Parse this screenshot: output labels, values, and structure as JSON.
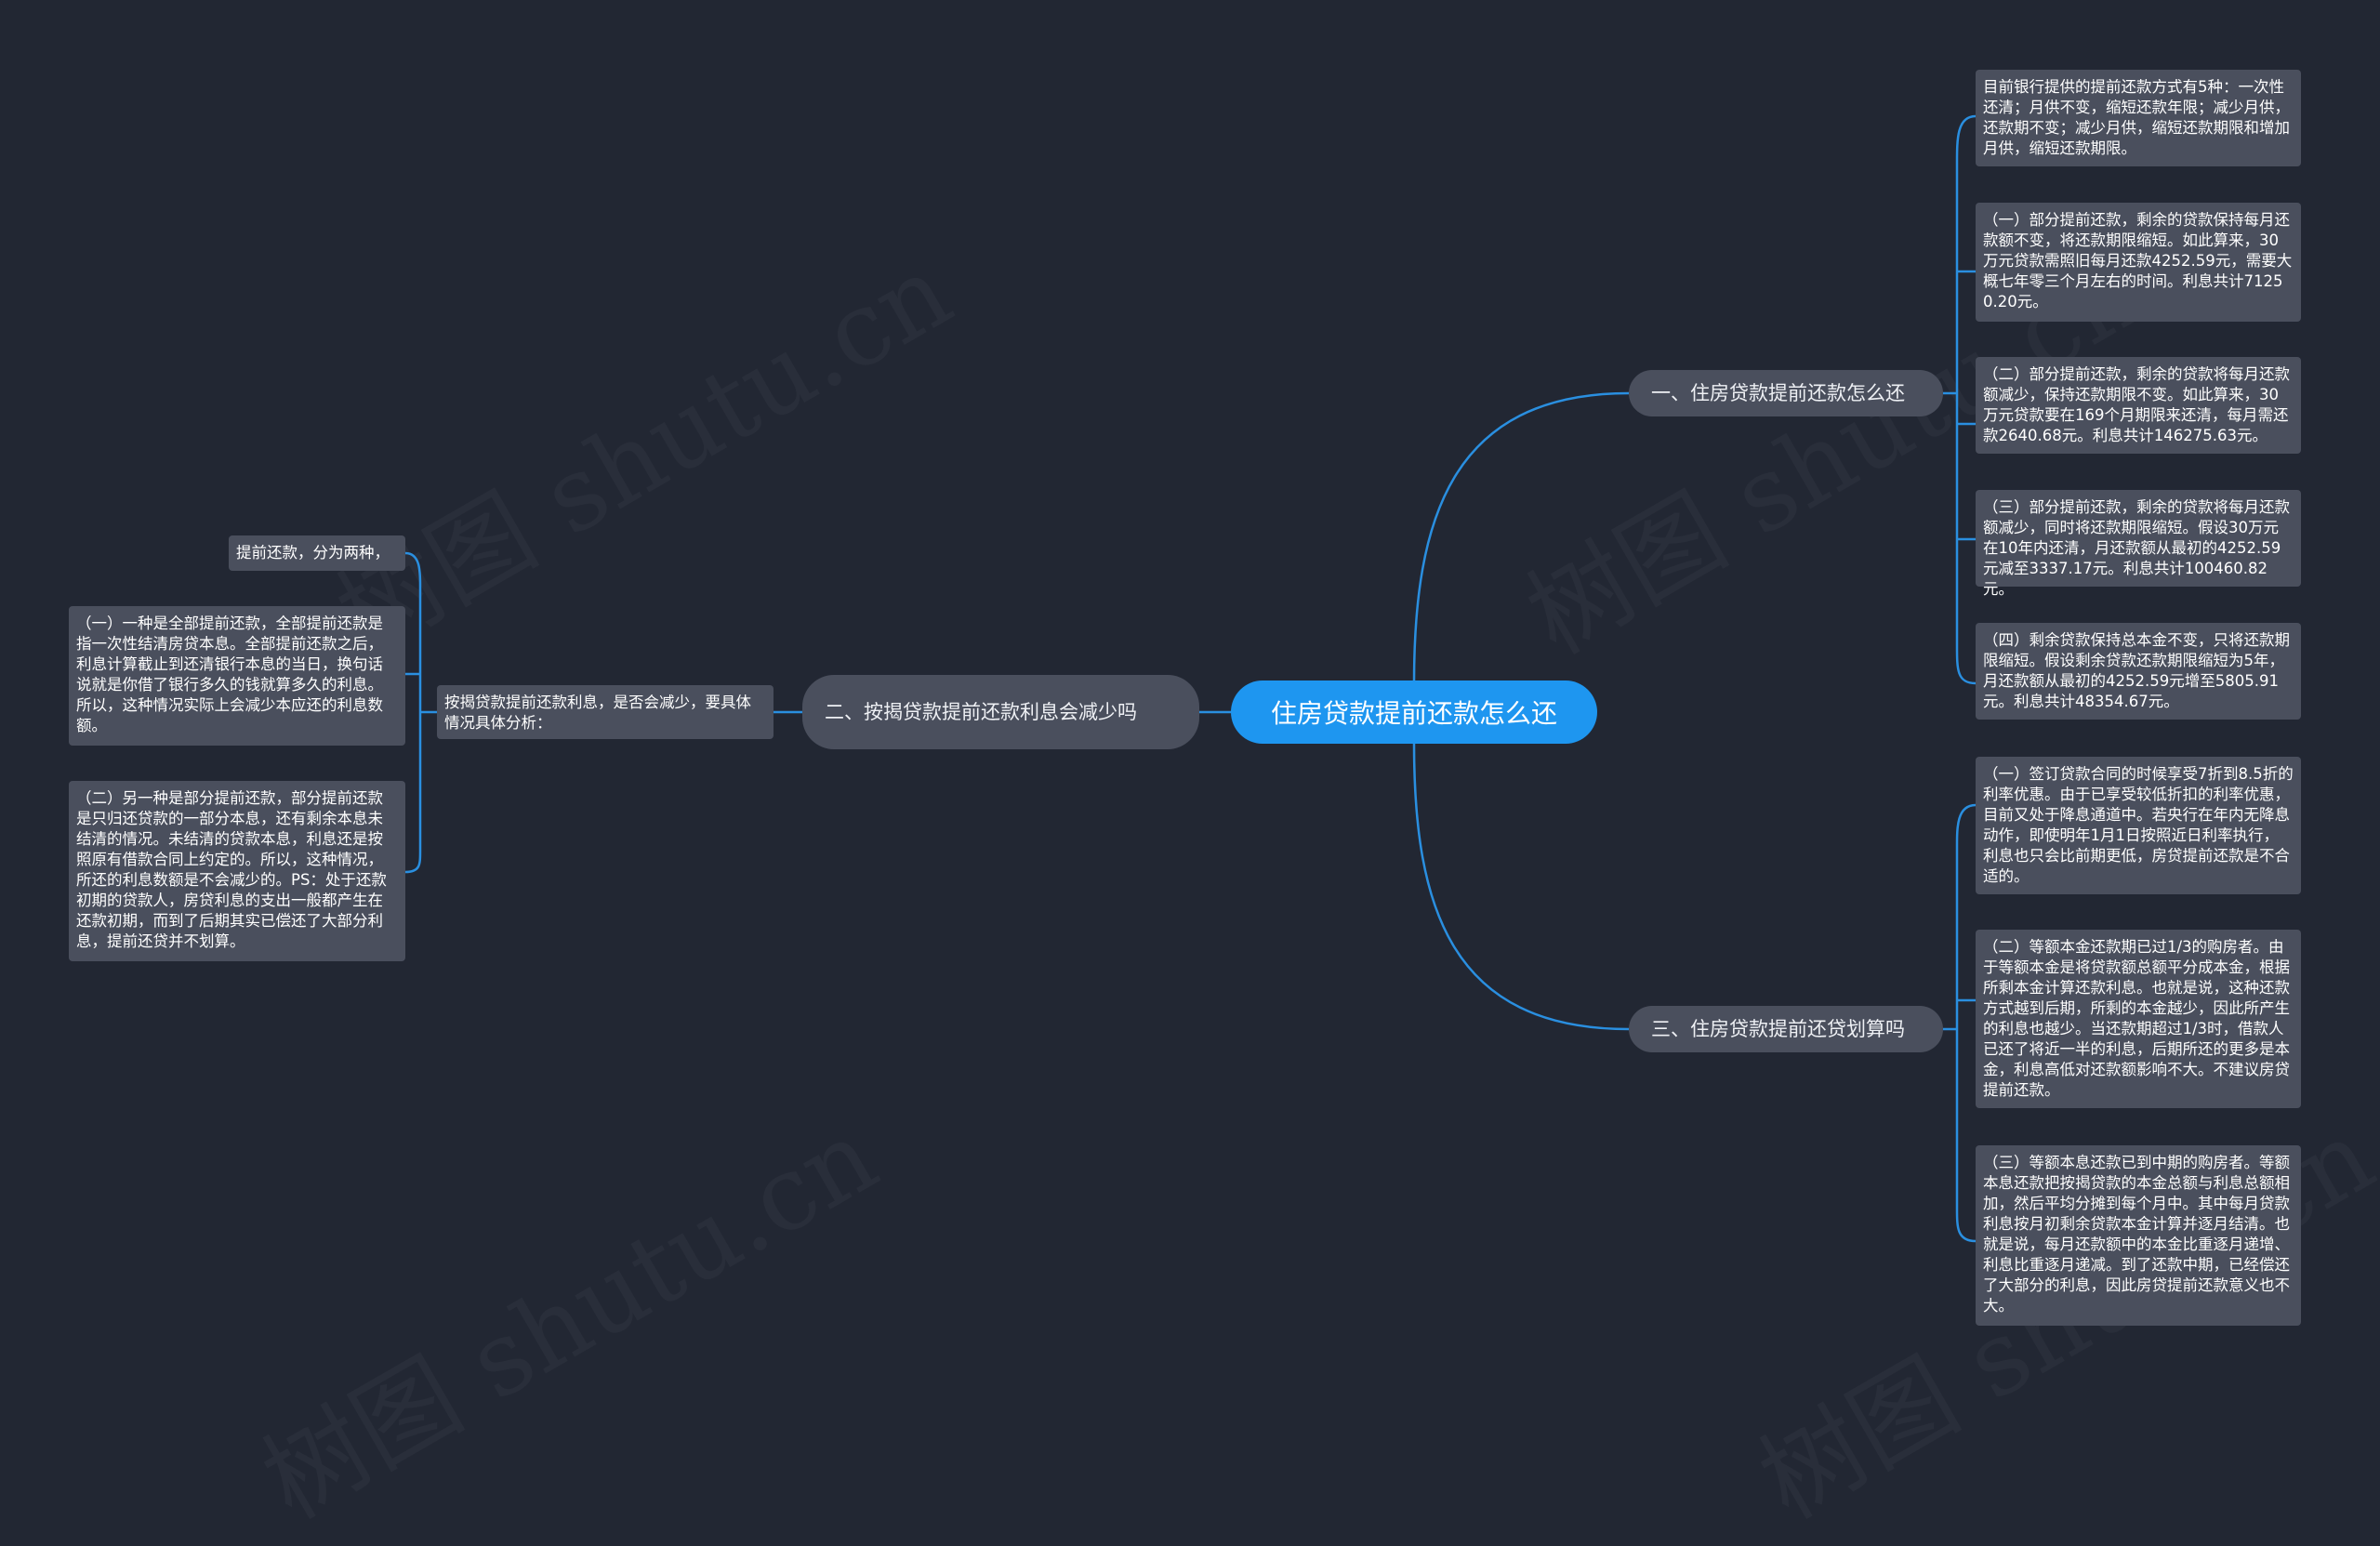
{
  "root": {
    "title": "住房贷款提前还款怎么还"
  },
  "branches": {
    "b1": {
      "title": "一、住房贷款提前还款怎么还"
    },
    "b2": {
      "title": "二、按揭贷款提前还款利息会减少吗"
    },
    "b3": {
      "title": "三、住房贷款提前还贷划算吗"
    }
  },
  "leaves": {
    "b1_0": "目前银行提供的提前还款方式有5种：一次性还清；月供不变，缩短还款年限；减少月供，还款期不变；减少月供，缩短还款期限和增加月供，缩短还款期限。",
    "b1_1": "（一）部分提前还款，剩余的贷款保持每月还款额不变，将还款期限缩短。如此算来，30万元贷款需照旧每月还款4252.59元，需要大概七年零三个月左右的时间。利息共计71250.20元。",
    "b1_2": "（二）部分提前还款，剩余的贷款将每月还款额减少，保持还款期限不变。如此算来，30万元贷款要在169个月期限来还清，每月需还款2640.68元。利息共计146275.63元。",
    "b1_3": "（三）部分提前还款，剩余的贷款将每月还款额减少，同时将还款期限缩短。假设30万元在10年内还清，月还款额从最初的4252.59元减至3337.17元。利息共计100460.82元。",
    "b1_4": "（四）剩余贷款保持总本金不变，只将还款期限缩短。假设剩余贷款还款期限缩短为5年，月还款额从最初的4252.59元增至5805.91元。利息共计48354.67元。",
    "b2_mid": "按揭贷款提前还款利息，是否会减少，要具体情况具体分析：",
    "b2_0": "提前还款，分为两种，",
    "b2_1": "（一）一种是全部提前还款，全部提前还款是指一次性结清房贷本息。全部提前还款之后，利息计算截止到还清银行本息的当日，换句话说就是你借了银行多久的钱就算多久的利息。所以，这种情况实际上会减少本应还的利息数额。",
    "b2_2": "（二）另一种是部分提前还款，部分提前还款是只归还贷款的一部分本息，还有剩余本息未结清的情况。未结清的贷款本息，利息还是按照原有借款合同上约定的。所以，这种情况，所还的利息数额是不会减少的。PS：处于还款初期的贷款人，房贷利息的支出一般都产生在还款初期，而到了后期其实已偿还了大部分利息，提前还贷并不划算。",
    "b3_0": "（一）签订贷款合同的时候享受7折到8.5折的利率优惠。由于已享受较低折扣的利率优惠，目前又处于降息通道中。若央行在年内无降息动作，即使明年1月1日按照近日利率执行，利息也只会比前期更低，房贷提前还款是不合适的。",
    "b3_1": "（二）等额本金还款期已过1/3的购房者。由于等额本金是将贷款额总额平分成本金，根据所剩本金计算还款利息。也就是说，这种还款方式越到后期，所剩的本金越少，因此所产生的利息也越少。当还款期超过1/3时，借款人已还了将近一半的利息，后期所还的更多是本金，利息高低对还款额影响不大。不建议房贷提前还款。",
    "b3_2": "（三）等额本息还款已到中期的购房者。等额本息还款把按揭贷款的本金总额与利息总额相加，然后平均分摊到每个月中。其中每月贷款利息按月初剩余贷款本金计算并逐月结清。也就是说，每月还款额中的本金比重逐月递增、利息比重逐月递减。到了还款中期，已经偿还了大部分的利息，因此房贷提前还款意义也不大。"
  },
  "watermark": [
    "树图 shutu.cn",
    "树图 shutu.cn",
    "树图 shutu.cn",
    "树图 shutu.cn"
  ],
  "colors": {
    "background": "#222733",
    "root": "#1e96f0",
    "node": "#4a4f5d",
    "line": "#2a8fe0"
  }
}
